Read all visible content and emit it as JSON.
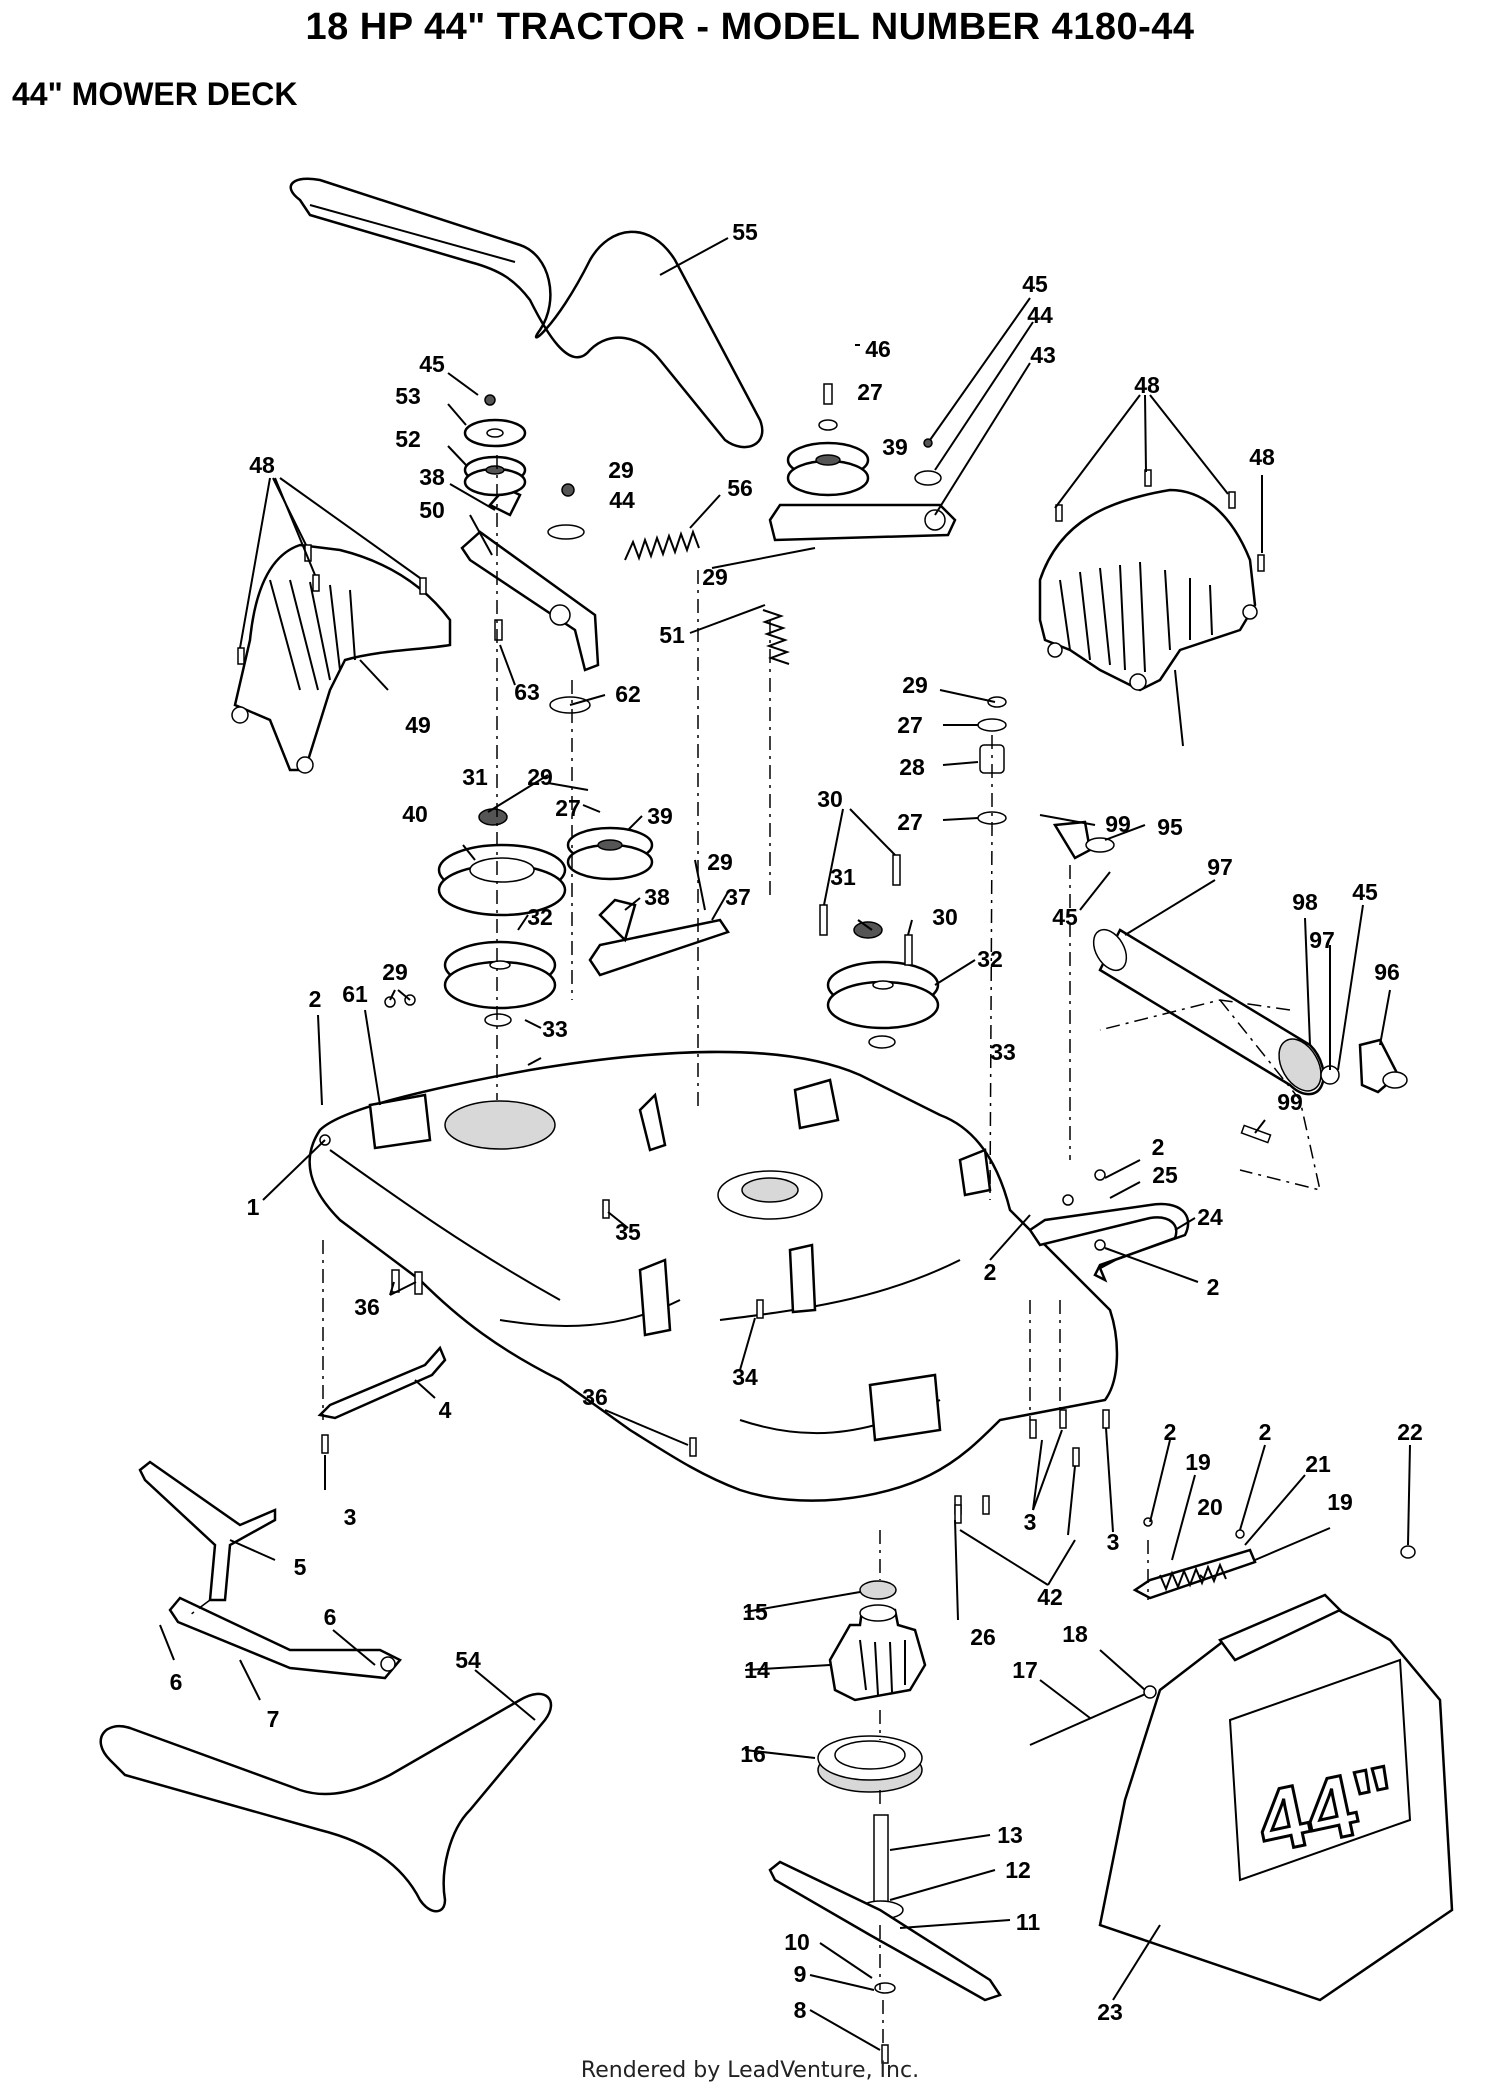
{
  "title": "18 HP 44\" TRACTOR - MODEL NUMBER 4180-44",
  "subtitle": "44\" MOWER DECK",
  "footer": "Rendered by LeadVenture, Inc.",
  "deck_badge": "44\"",
  "callouts": [
    "55",
    "45",
    "46",
    "27",
    "44",
    "43",
    "39",
    "45",
    "53",
    "52",
    "29",
    "44",
    "38",
    "50",
    "56",
    "29",
    "51",
    "48",
    "48",
    "48",
    "48",
    "49",
    "63",
    "62",
    "29",
    "27",
    "28",
    "27",
    "31",
    "29",
    "27",
    "39",
    "40",
    "30",
    "29",
    "37",
    "38",
    "32",
    "99",
    "95",
    "45",
    "31",
    "30",
    "32",
    "97",
    "98",
    "45",
    "97",
    "96",
    "29",
    "2",
    "61",
    "33",
    "33",
    "99",
    "1",
    "35",
    "2",
    "25",
    "24",
    "2",
    "2",
    "36",
    "34",
    "36",
    "4",
    "3",
    "2",
    "19",
    "2",
    "21",
    "22",
    "3",
    "3",
    "42",
    "19",
    "20",
    "5",
    "15",
    "26",
    "6",
    "6",
    "14",
    "18",
    "17",
    "7",
    "54",
    "16",
    "13",
    "12",
    "11",
    "10",
    "9",
    "8",
    "23"
  ]
}
